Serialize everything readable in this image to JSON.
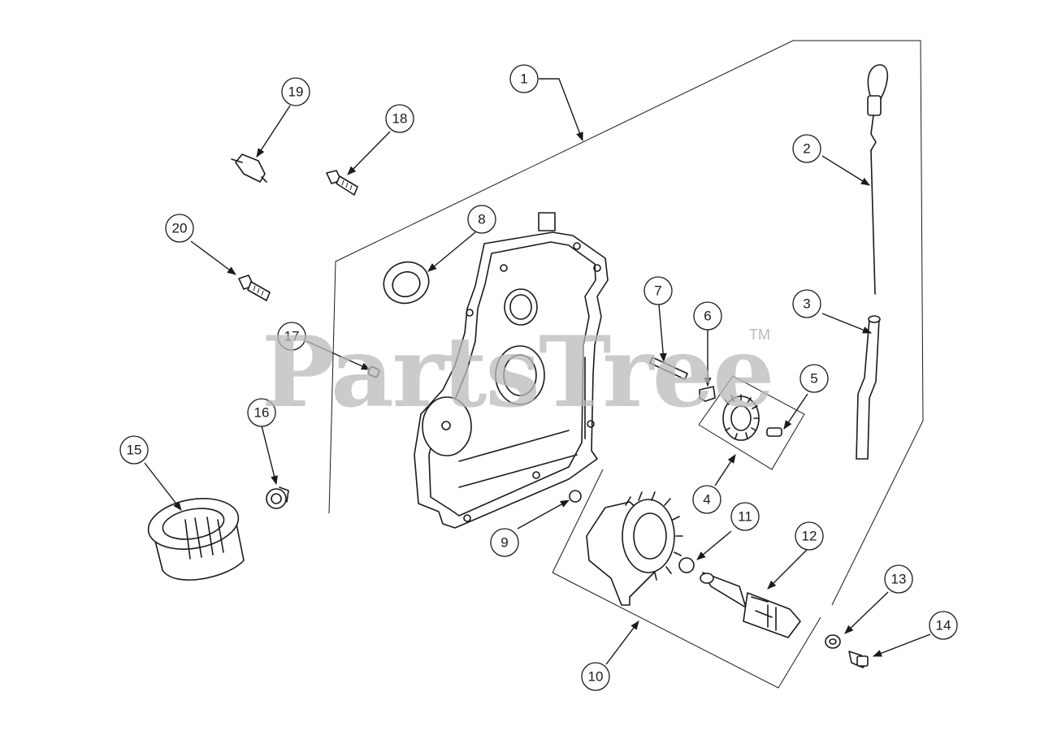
{
  "watermark": {
    "text": "PartsTree",
    "tm": "TM"
  },
  "callouts": [
    "1",
    "2",
    "3",
    "4",
    "5",
    "6",
    "7",
    "8",
    "9",
    "10",
    "11",
    "12",
    "13",
    "14",
    "15",
    "16",
    "17",
    "18",
    "19",
    "20"
  ],
  "colors": {
    "ink": "#1a1a1a",
    "paper": "#ffffff",
    "watermark": "#b9b9b9"
  }
}
